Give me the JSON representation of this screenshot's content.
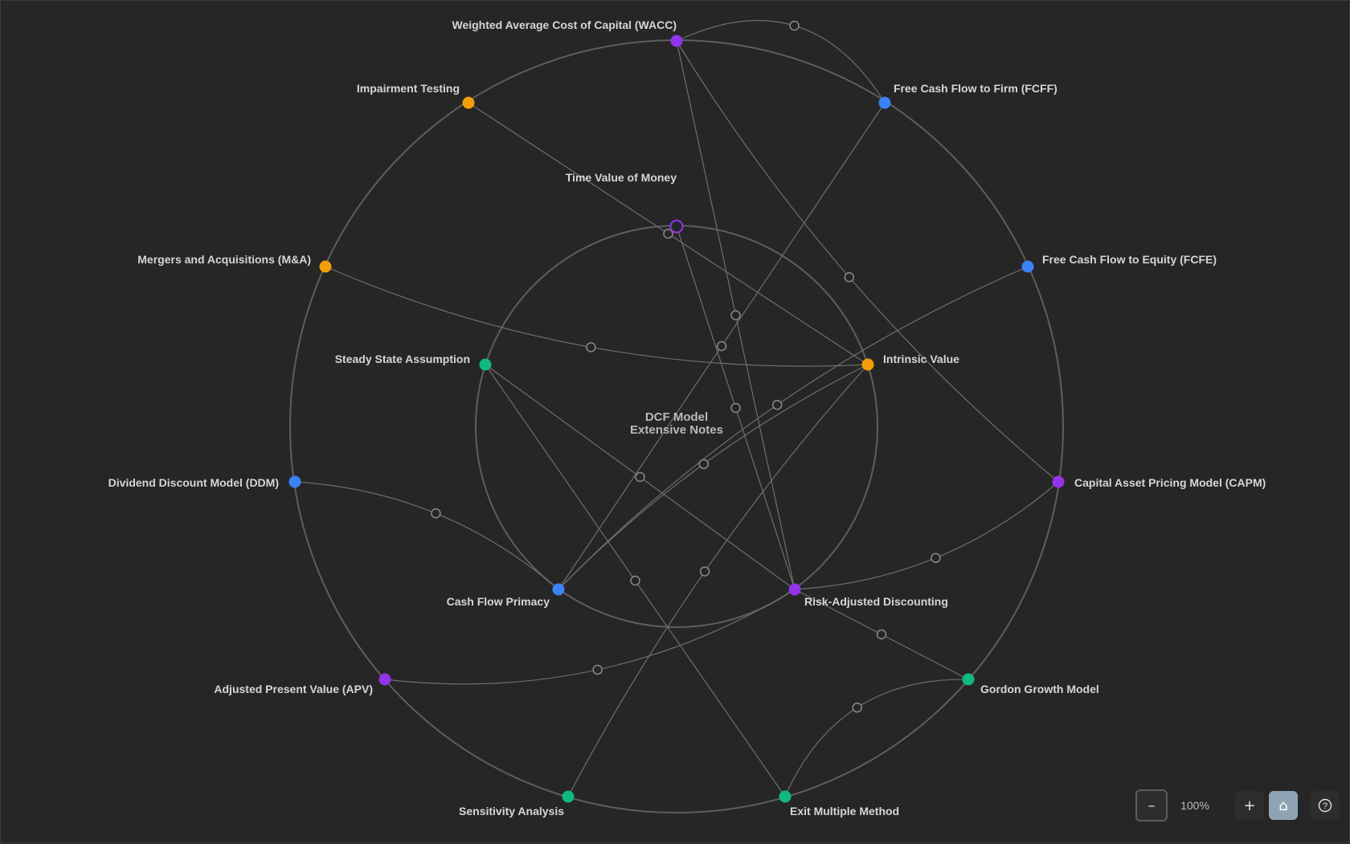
{
  "center": {
    "line1": "DCF Model",
    "line2": "Extensive Notes"
  },
  "colors": {
    "blue": "#3b82f6",
    "orange": "#f59e0b",
    "purple": "#9333ea",
    "green": "#10b981",
    "ring": "#5e5e5e",
    "edge": "#6e6e6e",
    "handle": "#8a8a8a"
  },
  "nodes": [
    {
      "id": "wacc",
      "label": "Weighted Average Cost of Capital (WACC)",
      "color": "purple"
    },
    {
      "id": "fcff",
      "label": "Free Cash Flow to Firm (FCFF)",
      "color": "blue"
    },
    {
      "id": "fcfe",
      "label": "Free Cash Flow to Equity (FCFE)",
      "color": "blue"
    },
    {
      "id": "capm",
      "label": "Capital Asset Pricing Model (CAPM)",
      "color": "purple"
    },
    {
      "id": "ggm",
      "label": "Gordon Growth Model",
      "color": "green"
    },
    {
      "id": "exit",
      "label": "Exit Multiple Method",
      "color": "green"
    },
    {
      "id": "sens",
      "label": "Sensitivity Analysis",
      "color": "green"
    },
    {
      "id": "apv",
      "label": "Adjusted Present Value (APV)",
      "color": "purple"
    },
    {
      "id": "ddm",
      "label": "Dividend Discount Model (DDM)",
      "color": "blue"
    },
    {
      "id": "ma",
      "label": "Mergers and Acquisitions (M&A)",
      "color": "orange"
    },
    {
      "id": "imp",
      "label": "Impairment Testing",
      "color": "orange"
    },
    {
      "id": "tvm",
      "label": "Time Value of Money",
      "color": "purple"
    },
    {
      "id": "iv",
      "label": "Intrinsic Value",
      "color": "orange"
    },
    {
      "id": "rad",
      "label": "Risk-Adjusted Discounting",
      "color": "purple"
    },
    {
      "id": "cfp",
      "label": "Cash Flow Primacy",
      "color": "blue"
    },
    {
      "id": "ssa",
      "label": "Steady State Assumption",
      "color": "green"
    }
  ],
  "edges": [
    [
      "wacc",
      "fcff"
    ],
    [
      "wacc",
      "capm"
    ],
    [
      "wacc",
      "rad"
    ],
    [
      "fcff",
      "cfp"
    ],
    [
      "fcfe",
      "cfp"
    ],
    [
      "capm",
      "rad"
    ],
    [
      "ggm",
      "rad"
    ],
    [
      "ggm",
      "exit"
    ],
    [
      "exit",
      "ssa"
    ],
    [
      "sens",
      "iv"
    ],
    [
      "apv",
      "rad"
    ],
    [
      "ddm",
      "cfp"
    ],
    [
      "ma",
      "iv"
    ],
    [
      "imp",
      "iv"
    ],
    [
      "tvm",
      "rad"
    ],
    [
      "iv",
      "cfp"
    ],
    [
      "ssa",
      "rad"
    ]
  ],
  "controls": {
    "zoom_out": "–",
    "zoom_level": "100%",
    "zoom_in": "+",
    "home": "⌂",
    "help": "?"
  }
}
